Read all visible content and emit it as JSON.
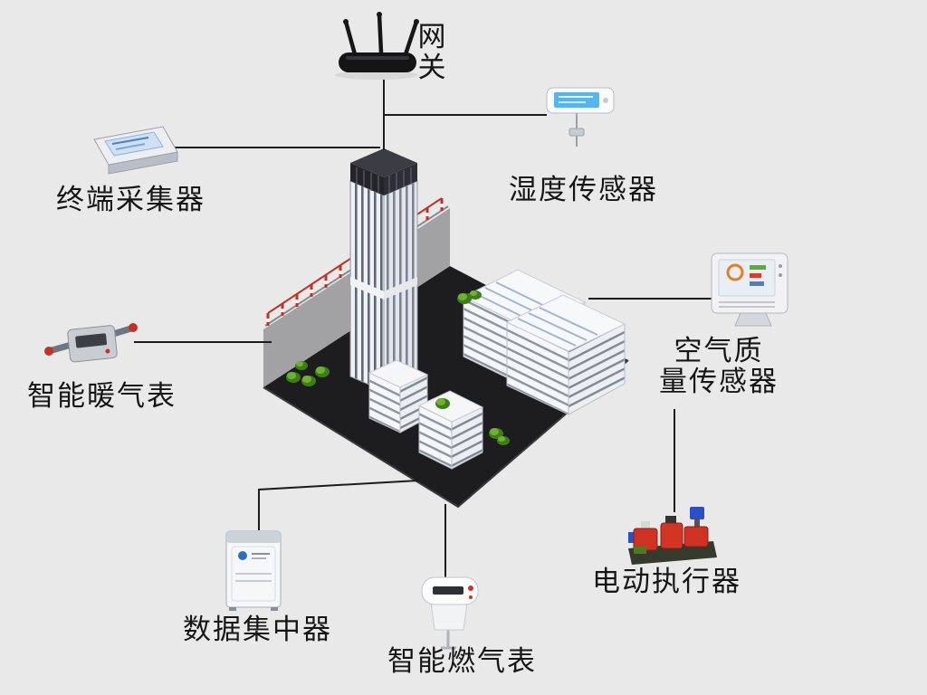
{
  "diagram": {
    "type": "iot-smart-building-topology",
    "background_color": "#e9e9e9",
    "connector_color": "#1c1c1c",
    "accent_red": "#c13327",
    "accent_blue": "#2b4fc4",
    "labels": {
      "gateway_line1": "网",
      "gateway_line2": "关",
      "terminal_collector": "终端采集器",
      "humidity_sensor": "湿度传感器",
      "air_quality_line1": "空气质",
      "air_quality_line2": "量传感器",
      "smart_heat_meter": "智能暖气表",
      "data_concentrator": "数据集中器",
      "smart_gas_meter": "智能燃气表",
      "electric_actuator": "电动执行器"
    },
    "nodes": [
      {
        "id": "gateway",
        "label": "网关",
        "icon": "wireless-router-with-antennas"
      },
      {
        "id": "terminal-collector",
        "label": "终端采集器",
        "icon": "flat-collector-board"
      },
      {
        "id": "humidity-sensor",
        "label": "湿度传感器",
        "icon": "wall-sensor-blue-display"
      },
      {
        "id": "air-quality-sensor",
        "label": "空气质量传感器",
        "icon": "monitor-sensor-unit"
      },
      {
        "id": "smart-heat-meter",
        "label": "智能暖气表",
        "icon": "pipe-meter-with-red-valves"
      },
      {
        "id": "data-concentrator",
        "label": "数据集中器",
        "icon": "white-cabinet-box"
      },
      {
        "id": "smart-gas-meter",
        "label": "智能燃气表",
        "icon": "white-gas-meter"
      },
      {
        "id": "electric-actuator",
        "label": "电动执行器",
        "icon": "red-blue-pump-cluster"
      },
      {
        "id": "building",
        "label": "",
        "icon": "isometric-building-complex"
      }
    ],
    "connections": [
      {
        "from": "gateway",
        "to": "building"
      },
      {
        "from": "terminal-collector",
        "to": "building"
      },
      {
        "from": "humidity-sensor",
        "to": "building"
      },
      {
        "from": "air-quality-sensor",
        "to": "building"
      },
      {
        "from": "smart-heat-meter",
        "to": "building"
      },
      {
        "from": "data-concentrator",
        "to": "building"
      },
      {
        "from": "smart-gas-meter",
        "to": "building"
      },
      {
        "from": "electric-actuator",
        "to": "building"
      }
    ]
  }
}
